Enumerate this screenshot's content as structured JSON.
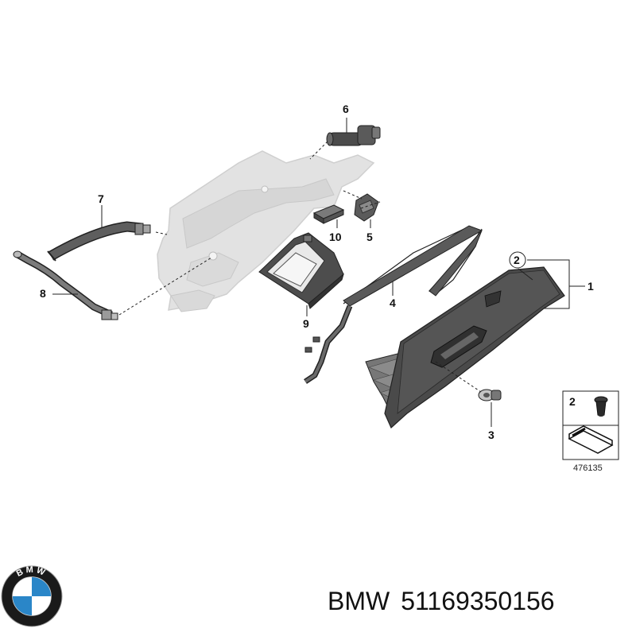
{
  "callouts": {
    "c1": "1",
    "c2": "2",
    "c3": "3",
    "c4": "4",
    "c5": "5",
    "c6": "6",
    "c7": "7",
    "c8": "8",
    "c9": "9",
    "c10": "10"
  },
  "legend": {
    "number": "2",
    "code": "476135"
  },
  "footer": {
    "brand": "BMW",
    "part_number": "51169350156"
  },
  "logo": {
    "lettering": "BMW",
    "colors": {
      "ring": "#1a1a1a",
      "blue": "#2a86c8",
      "white": "#ffffff"
    }
  },
  "colors": {
    "part_dark": "#4a4a4a",
    "part_mid": "#6d6d6d",
    "ghost": "#e2e2e2",
    "line": "#222222"
  }
}
